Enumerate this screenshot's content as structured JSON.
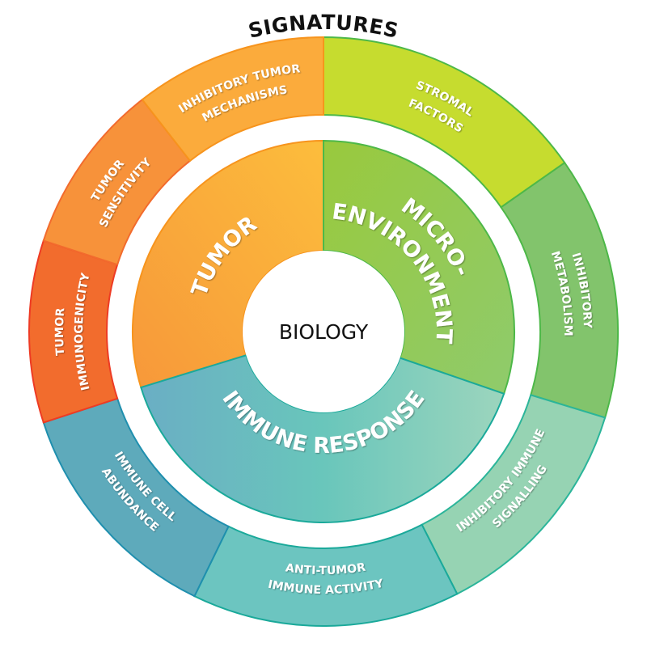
{
  "title": "SIGNATURES",
  "center_label": "BIOLOGY",
  "inner_ring": [
    {
      "lines": [
        "TUMOR"
      ],
      "color": "#f9a93a"
    },
    {
      "lines": [
        "MICRO-",
        "ENVIRONMENT"
      ],
      "color": "#8ec751"
    },
    {
      "lines": [
        "IMMUNE RESPONSE"
      ],
      "color": "#6cc4bd"
    }
  ],
  "outer_ring": [
    {
      "lines": [
        "STROMAL",
        "FACTORS"
      ],
      "color": "#c6dc2f"
    },
    {
      "lines": [
        "INHIBITORY",
        "METABOLISM"
      ],
      "color": "#82c46c"
    },
    {
      "lines": [
        "INHIBITORY IMMUNE",
        "SIGNALLING"
      ],
      "color": "#96d3b3"
    },
    {
      "lines": [
        "ANTI-TUMOR",
        "IMMUNE ACTIVITY"
      ],
      "color": "#6cc5c0"
    },
    {
      "lines": [
        "IMMUNE CELL",
        "ABUNDANCE"
      ],
      "color": "#5eaabb"
    },
    {
      "lines": [
        "TUMOR",
        "IMMUNOGENICITY"
      ],
      "color": "#f26c2d"
    },
    {
      "lines": [
        "TUMOR",
        "SENSITIVITY"
      ],
      "color": "#f7923a"
    },
    {
      "lines": [
        "INHIBITORY TUMOR",
        "MECHANISMS"
      ],
      "color": "#fbab3c"
    }
  ]
}
